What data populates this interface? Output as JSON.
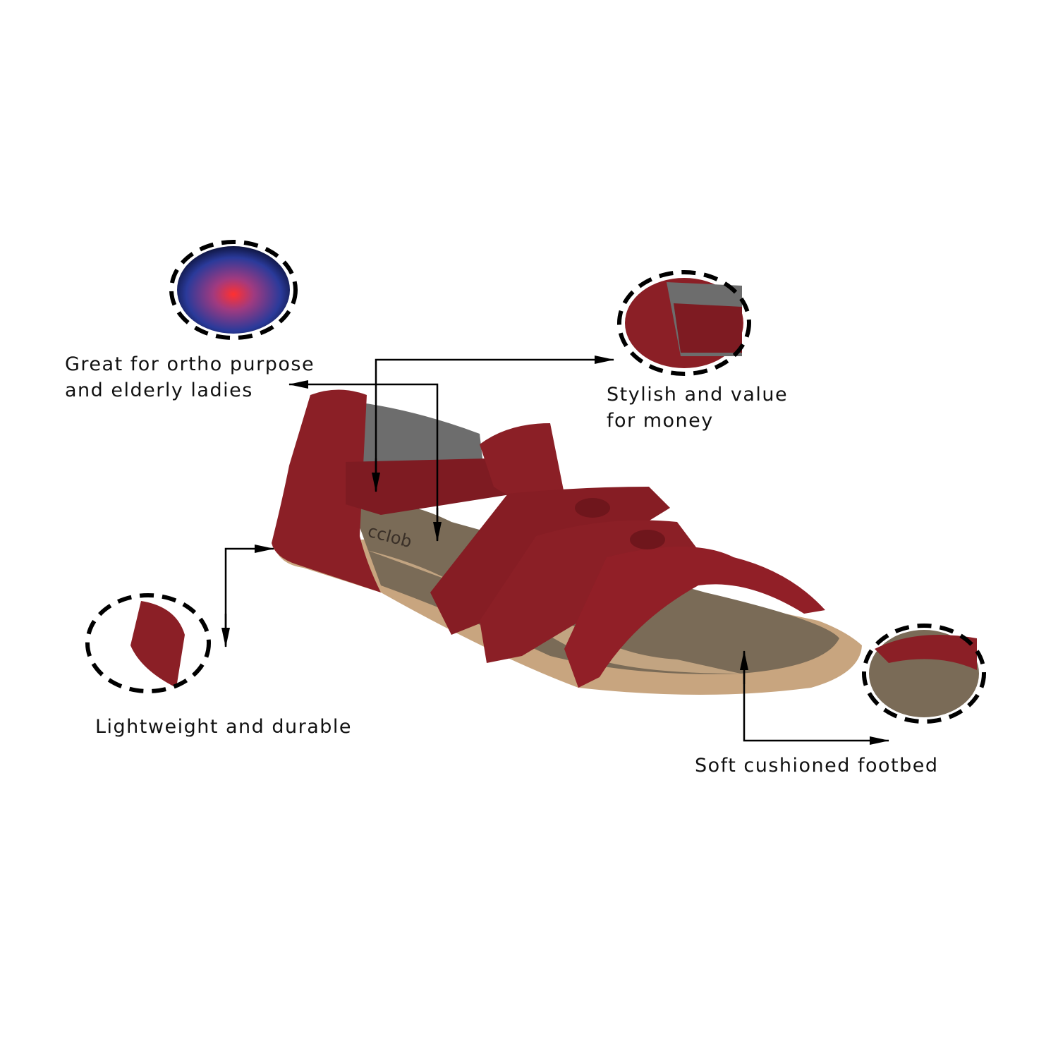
{
  "features": [
    {
      "line1": "Great for ortho purpose",
      "line2": "and elderly ladies"
    },
    {
      "line1": "Stylish and value",
      "line2": "for money"
    },
    {
      "line1": "Lightweight and durable"
    },
    {
      "line1": "Soft cushioned footbed"
    }
  ],
  "product": {
    "insole_brand_text": "ccIob"
  },
  "colors": {
    "leather": "#8b1f26",
    "sole": "#c8a57f",
    "insole": "#7a6b57",
    "lining": "#6d6d6d"
  }
}
